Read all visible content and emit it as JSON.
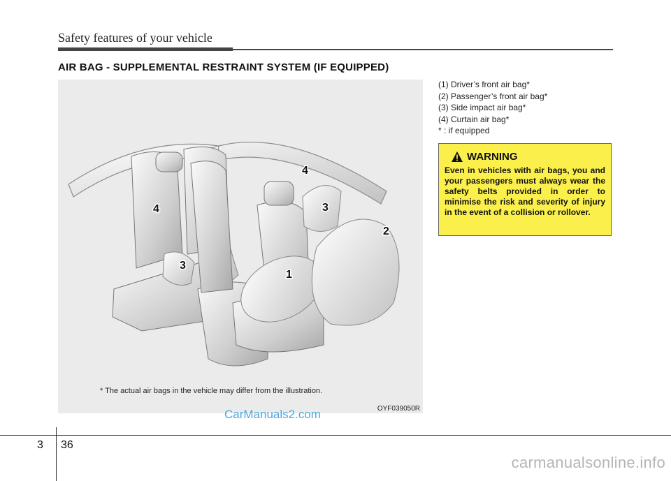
{
  "header": {
    "title": "Safety features of your vehicle"
  },
  "section_title": "AIR BAG - SUPPLEMENTAL RESTRAINT SYSTEM (IF EQUIPPED)",
  "figure": {
    "caption": "* The actual air bags in the vehicle may differ from the illustration.",
    "code": "OYF039050R",
    "callouts": [
      "4",
      "4",
      "3",
      "3",
      "2",
      "1"
    ]
  },
  "legend": [
    "(1) Driver’s front air bag*",
    "(2) Passenger’s front air bag*",
    "(3) Side impact air bag*",
    "(4) Curtain air bag*",
    "* : if equipped"
  ],
  "warning": {
    "title": "WARNING",
    "body": "Even in vehicles with air bags, you and your passengers must always wear the safety belts provided in order to minimise the risk and severity of injury in the event of a collision or rollover.",
    "color": "#fbf04b"
  },
  "watermark": "CarManuals2.com",
  "footer": {
    "chapter": "3",
    "page": "36",
    "site": "carmanualsonline.info"
  }
}
